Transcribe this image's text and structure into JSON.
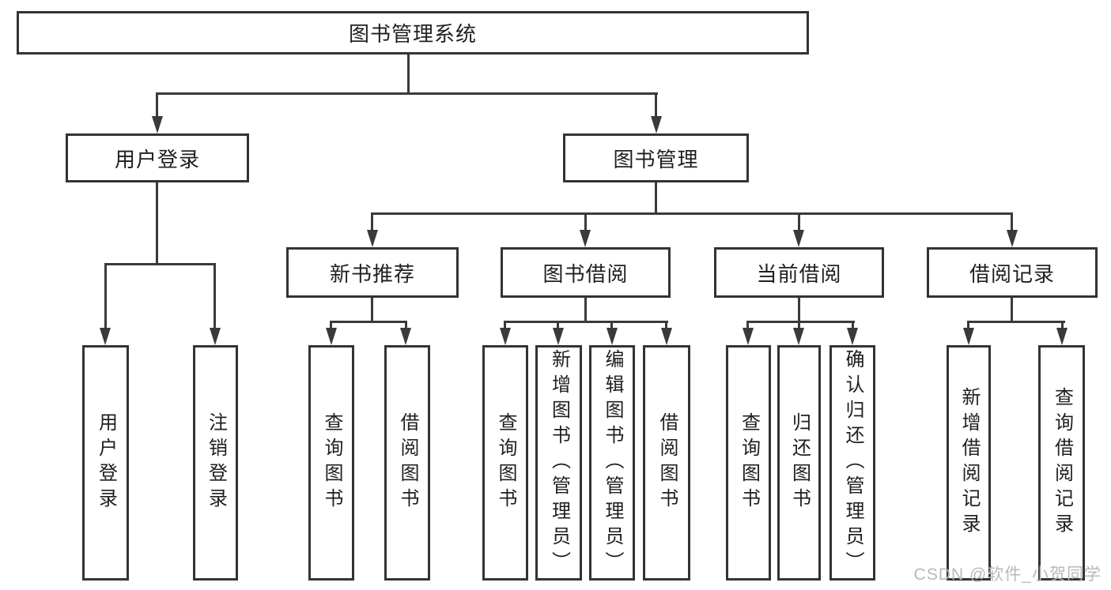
{
  "diagram": {
    "nodes": {
      "root": "图书管理系统",
      "level2": {
        "user_login": "用户登录",
        "book_mgmt": "图书管理"
      },
      "level3": {
        "new_book": "新书推荐",
        "book_borrow": "图书借阅",
        "current_borrow": "当前借阅",
        "borrow_records": "借阅记录"
      },
      "leaves": {
        "user": [
          "用户登录",
          "注销登录"
        ],
        "new_book": [
          "查询图书",
          "借阅图书"
        ],
        "borrow": [
          "查询图书",
          "新增图书（管理员）",
          "编辑图书（管理员）",
          "借阅图书"
        ],
        "current": [
          "查询图书",
          "归还图书",
          "确认归还（管理员）"
        ],
        "records": [
          "新增借阅记录",
          "查询借阅记录"
        ]
      }
    },
    "watermark": "CSDN @软件_小贺同学",
    "colors": {
      "line": "#3a3a3a",
      "box_border": "#333333",
      "text": "#1f1f1f",
      "watermark": "#b9b9b9",
      "background": "#ffffff"
    }
  }
}
